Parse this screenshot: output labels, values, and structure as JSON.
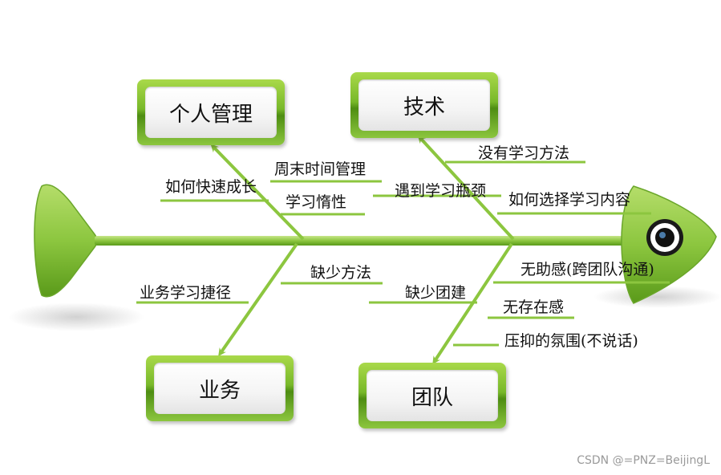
{
  "categories": {
    "personal": "个人管理",
    "tech": "技术",
    "business": "业务",
    "team": "团队"
  },
  "causes": {
    "weekend_time": "周末时间管理",
    "grow_fast": "如何快速成长",
    "inertia": "学习惰性",
    "no_method": "没有学习方法",
    "bottleneck": "遇到学习瓶颈",
    "choose_content": "如何选择学习内容",
    "lack_method": "缺少方法",
    "shortcut": "业务学习捷径",
    "lack_teambuilding": "缺少团建",
    "helpless": "无助感(跨团队沟通)",
    "no_presence": "无存在感",
    "oppressive": "压抑的氛围(不说话)"
  },
  "colors": {
    "bone": "#8cc63f",
    "bone_light": "#c7e68a",
    "bone_dark": "#5a9a1a",
    "text": "#111111"
  },
  "icons": {
    "head": "fish-head-icon",
    "eye": "fish-eye-icon",
    "tail": "fish-tail-icon"
  },
  "watermark": "CSDN @=PNZ=BeijingL"
}
